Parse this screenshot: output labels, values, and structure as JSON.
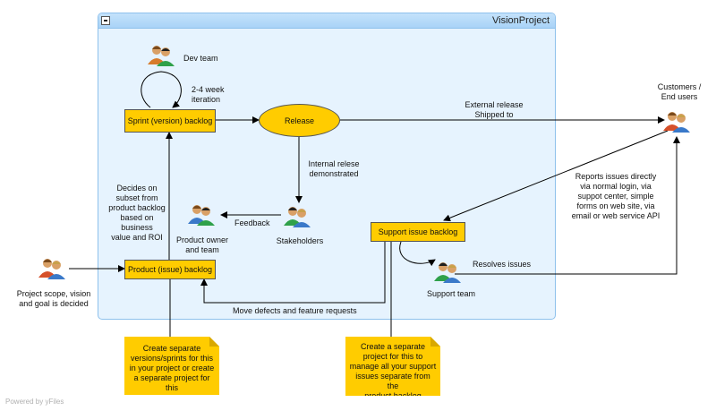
{
  "group": {
    "title": "VisionProject"
  },
  "nodes": {
    "sprint_backlog": "Sprint (version) backlog",
    "release": "Release",
    "product_backlog": "Product (issue) backlog",
    "support_backlog": "Support issue backlog"
  },
  "people": {
    "dev_team": "Dev team",
    "customers": "Customers /\nEnd users",
    "product_owner": "Product owner\nand team",
    "stakeholders": "Stakeholders",
    "project_scope": "Project scope, vision\nand goal is decided",
    "support_team": "Support team"
  },
  "edge_labels": {
    "iteration": "2-4 week\niteration",
    "external_release": "External release\nShipped to",
    "internal_release": "Internal relese\ndemonstrated",
    "feedback": "Feedback",
    "decides": "Decides on\nsubset from\nproduct backlog\nbased on\nbusiness\nvalue and ROI",
    "reports": "Reports  issues directly\nvia normal login, via\nsuppot center, simple\nforms on web site, via\nemail or web service API",
    "resolves": "Resolves issues",
    "move_defects": "Move defects and feature requests"
  },
  "notes": {
    "separate_versions": "Create separate\nversions/sprints for this\nin your project or create\na separate project for this",
    "separate_project": "Create a separate\nproject for this to\nmanage all your support\nissues separate from the\nproduct backlog"
  },
  "watermark": "Powered by yFiles",
  "colors": {
    "node_fill": "#ffcc00",
    "group_fill": "#e6f3fe",
    "group_border": "#8ec1ec"
  }
}
